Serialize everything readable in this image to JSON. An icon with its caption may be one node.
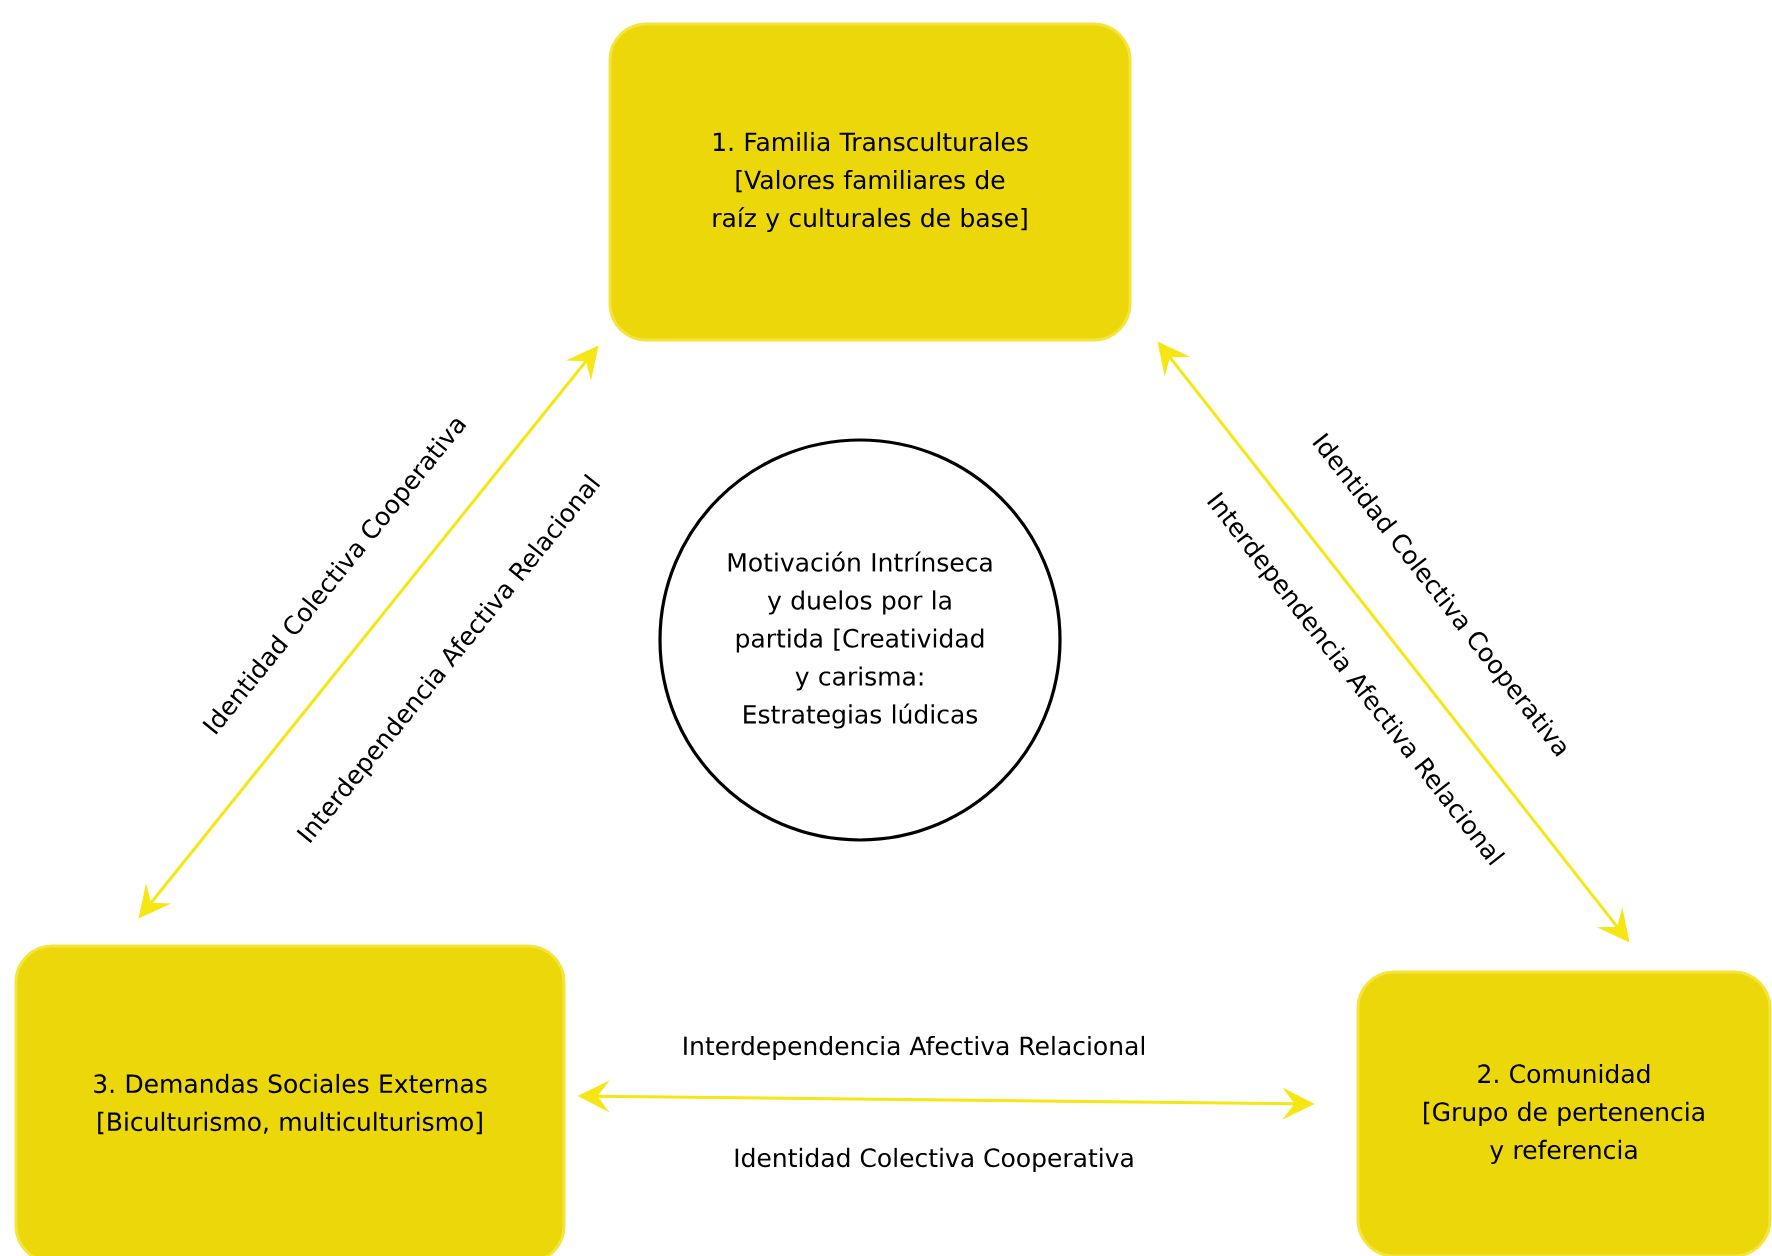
{
  "diagram": {
    "nodes": [
      {
        "text": [
          "1. Familia Transculturales",
          "[Valores familiares de raíz y culturales de base]"
        ]
      },
      {
        "text": [
          "Motivación Intrínseca y duelos por la partida [Creatividad y carisma: Estrategias lúdicas"
        ]
      },
      {
        "text": [
          "3. Demandas Sociales Externas",
          "[Biculturismo, multiculturismo]"
        ]
      },
      {
        "text": [
          "2. Comunidad",
          "[Grupo de pertenencia y referencia"
        ]
      }
    ],
    "edges": [
      {
        "from": 0,
        "to": 2,
        "arrow": "both",
        "label": "Identidad Colectiva Cooperativa"
      },
      {
        "from": 0,
        "to": 3,
        "arrow": "both",
        "label": "Identidad Colectiva Cooperativa"
      },
      {
        "from": 2,
        "to": 3,
        "arrow": "both",
        "label": "Identidad Colectiva Cooperativa"
      }
    ],
    "labels": [
      "Interdependencia Afectiva Relacional",
      "Interdependencia Afectiva Relacional",
      "Interdependencia Afectiva Relacional"
    ]
  }
}
